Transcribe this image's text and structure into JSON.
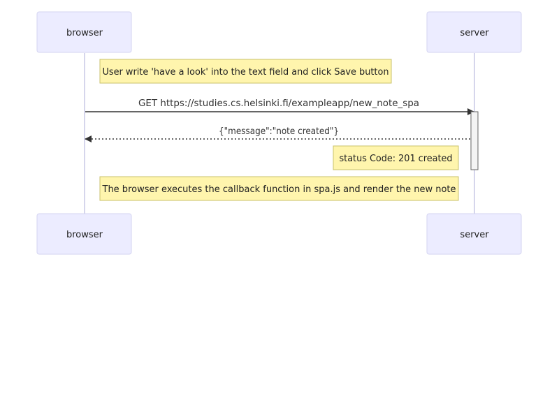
{
  "participants": {
    "browser": {
      "label": "browser"
    },
    "server": {
      "label": "server"
    }
  },
  "notes": {
    "user_action": {
      "text": "User write 'have a look' into the text field and click Save button"
    },
    "status": {
      "text": "status Code: 201 created"
    },
    "callback": {
      "text": "The browser executes the callback function in spa.js and render the new note"
    }
  },
  "messages": {
    "request": {
      "label": "GET https://studies.cs.helsinki.fi/exampleapp/new_note_spa",
      "style": "solid"
    },
    "response": {
      "label": "{\"message\":\"note created\"}",
      "style": "dotted"
    }
  },
  "colors": {
    "actor_fill": "#ececff",
    "note_fill": "#fff5ad",
    "line": "#333333"
  }
}
